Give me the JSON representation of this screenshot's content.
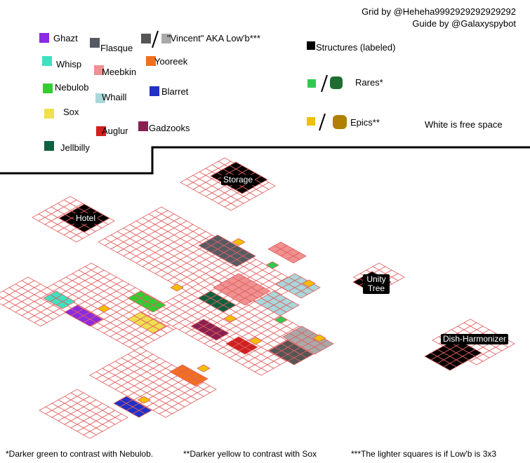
{
  "credits": {
    "grid": "Grid by @Heheha9992929292929292",
    "guide": "Guide by @Galaxyspybot"
  },
  "legend": [
    {
      "name": "Ghazt",
      "color": "#8a2be2"
    },
    {
      "name": "Flasque",
      "color": "#555b63"
    },
    {
      "name": "\"Vincent\" AKA Low'b***",
      "color": "#555555",
      "alt_color": "#a9a9a9"
    },
    {
      "name": "Whisp",
      "color": "#40e0c0"
    },
    {
      "name": "Meebkin",
      "color": "#f09090"
    },
    {
      "name": "Yooreek",
      "color": "#f07020"
    },
    {
      "name": "Nebulob",
      "color": "#32cd32"
    },
    {
      "name": "Whaill",
      "color": "#a8d8dc"
    },
    {
      "name": "Blarret",
      "color": "#2030c8"
    },
    {
      "name": "Sox",
      "color": "#f0e050"
    },
    {
      "name": "Auglur",
      "color": "#d02020"
    },
    {
      "name": "Gadzooks",
      "color": "#882050"
    },
    {
      "name": "Jellbilly",
      "color": "#106040"
    }
  ],
  "key": {
    "structures": "Structures (labeled)",
    "rares": "Rares*",
    "epics": "Epics**",
    "free": "White is free space",
    "rare_colors": [
      "#32c850",
      "#1e6e32"
    ],
    "epic_colors": [
      "#f0c000",
      "#b08000"
    ]
  },
  "structures": [
    "Storage",
    "Hotel",
    "Unity Tree",
    "Dish-Harmonizer"
  ],
  "notes": [
    "*Darker green to contrast with Nebulob.",
    "**Darker yellow to contrast with Sox",
    "***The lighter squares is if Low'b is 3x3"
  ]
}
